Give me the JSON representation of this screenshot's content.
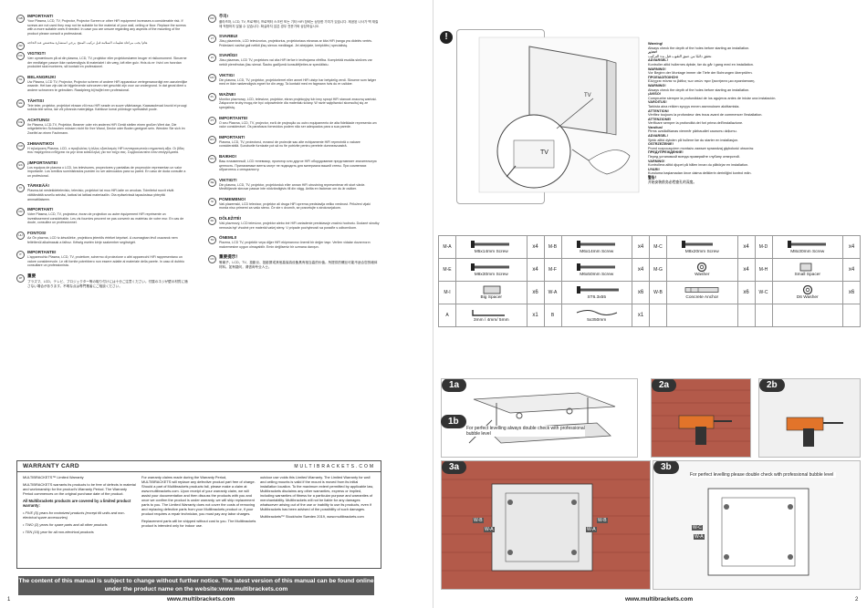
{
  "left_page": {
    "lang_sections_left": [
      {
        "code": "GB",
        "title": "Important!",
        "text": "Your Plasma, LCD, TV, Projector, Projector Screen or other HiFi equipment increases a considerable risk. If screws are not used they may not be suitable for the material of your wall, ceiling or floor. Replace the screws with a more suitable ones if needed. In case you are unsure regarding any aspects of the mounting of the product please consult a professional."
      },
      {
        "code": "AR",
        "title": "",
        "text": "هام! يجب مراعاة تعليمات السلامة قبل تركيب المنتج. يرجى استشارة متخصص عند الحاجة."
      },
      {
        "code": "DK",
        "title": "Vigtigt!",
        "text": "Vær opmærksom på at din plasma, LCD, TV, projektor eller projektorskærm bruger et risikomoment. Skruerne der medfølger passer ikke nødvendigvis til materialet i din væg, loft eller gulv. Hvis du er i tvivl om hvordan produktet skal monteres, så kontakt en professionel."
      },
      {
        "code": "NL",
        "title": "Belangrijk!",
        "text": "Uw Plasma, LCD TV, Projector, Projector scherm of andere HiFi apparatuur vertegenwoordigt een aanzienlijke waarde. Het kan zijn dat de bijgeleverde schroeven niet geschikt zijn voor uw ondergrond. In dat geval dient u andere schroeven te gebruiken. Raadpleeg bij twijfel een professional."
      },
      {
        "code": "EE",
        "title": "Tähtis!",
        "text": "Teie teler, projektor, projektori ekraan või muu HiFi seade on suure väärtusega. Kaasasolevad kruvid ei pruugi sobida teie seina, lae või põranda materjaliga. Kahtluse korral pöörduge spetsialisti poole."
      },
      {
        "code": "DE",
        "title": "Achtung!",
        "text": "Ihr Plasma, LCD-TV, Projektor, Beamer oder ein anderes HiFi Gerät stellen einen großen Wert dar. Die mitgelieferten Schrauben müssen nicht für Ihre Wand, Decke oder Boden geeignet sein. Wenden Sie sich im Zweifel an einen Fachmann."
      },
      {
        "code": "GR",
        "title": "Σημαντικό!",
        "text": "Η τηλεόραση Plasma, LCD, ο προβολέας ή άλλος εξοπλισμός HiFi αντιπροσωπεύει σημαντική αξία. Οι βίδες που παρέχονται ενδέχεται να μην είναι κατάλληλες για τον τοίχο σας. Συμβουλευτείτε έναν επαγγελματία."
      },
      {
        "code": "ES",
        "title": "¡Importante!",
        "text": "Los equipos de plasma o LCD, los televisores, proyectores y pantallas de proyección representan un valor importante. Los tornillos suministrados pueden no ser adecuados para su pared. En caso de duda consulte a un profesional."
      },
      {
        "code": "FI",
        "title": "Tärkeää!",
        "text": "Plasma-tai nestekidetelevisio, televisio, projektori tai muu HiFi-laite on arvokas. Toimitetut ruuvit eivät välttämättä sovellu seinäsi, kattosi tai lattiasi materiaaliin. Ota epäselvissä tapauksissa yhteyttä ammattilaiseen."
      },
      {
        "code": "FR",
        "title": "Important!",
        "text": "Votre Plasma, LCD, TV, projecteur, écran de projection ou autre équipement HiFi représente un investissement considérable. Les vis fournies peuvent ne pas convenir au matériau de votre mur. En cas de doute, consultez un professionnel."
      },
      {
        "code": "HU",
        "title": "Fontos!",
        "text": "Az Ön plazma, LCD tv-készüléke, projektora jelentős értéket képvisel. A csomagban lévő csavarok nem feltétlenül alkalmasak a falhoz. Kétség esetén kérje szakember segítségét."
      },
      {
        "code": "IT",
        "title": "Importante!",
        "text": "L'apparecchio Plasma, LCD, TV, proiettore, schermo di proiezione o altri apparecchi HiFi rappresentano un valore considerevole. Le viti fornite potrebbero non essere adatte al materiale della parete. In caso di dubbio consultare un professionista."
      },
      {
        "code": "JP",
        "title": "重要",
        "text": "プラズマ、LCD、テレビ、プロジェクター等の取り付けには十分ご注意ください。付属のネジが壁の材質に適さない場合があります。不明な点は専門業者にご相談ください。"
      }
    ],
    "lang_sections_right": [
      {
        "code": "KR",
        "title": "주의!",
        "text": "플라즈마, LCD, TV, 프로젝터, 프로젝터 스크린 또는 기타 HiFi 장비는 상당한 가치가 있습니다. 제공된 나사가 벽 재질에 적합하지 않을 수 있습니다. 확실하지 않은 경우 전문가와 상담하십시오."
      },
      {
        "code": "LT",
        "title": "Svarbu!",
        "text": "Jūsų plazminis, LCD televizorius, projektorius, projektoriaus ekranas ar kita HiFi įranga yra didelės vertės. Pridedami varžtai gali netikti jūsų sienos medžiagai. Jei abejojate, kreipkitės į specialistą."
      },
      {
        "code": "LV",
        "title": "Svarīgi!",
        "text": "Jūsu plazmas, LCD TV, projektors vai cita HiFi ierīce ir ievērojama vērtība. Komplektā esošās skrūves var nebūt piemērotas jūsu sienai. Šaubu gadījumā konsultējieties ar speciālistu."
      },
      {
        "code": "NO",
        "title": "Viktig!",
        "text": "Din plasma, LCD, TV, projektor, projektorlerret eller annet HiFi utstyr har betydelig verdi. Skruene som følger med er ikke nødvendigvis egnet for din vegg. Ta kontakt med en fagmann hvis du er usikker."
      },
      {
        "code": "PL",
        "title": "Ważne!",
        "text": "Monitor plazmowy, LCD, telewizor, projektor, ekran projekcyjny lub inny sprzęt HiFi stanowi znaczną wartość. Załączone śruby mogą nie być odpowiednie dla materiału ściany. W razie wątpliwości skonsultuj się ze specjalistą."
      },
      {
        "code": "PT",
        "title": "Importante!",
        "text": "O seu Plasma, LCD, TV, projector, ecrã de projecção ou outro equipamento de alta fidelidade representa um valor considerável. Os parafusos fornecidos podem não ser adequados para a sua parede."
      },
      {
        "code": "RO",
        "title": "Important!",
        "text": "Plasma, LCD, TV, proiectorul, ecranul de proiecție sau alte echipamente HiFi reprezintă o valoare considerabilă. Șuruburile furnizate pot să nu fie potrivite pentru peretele dumneavoastră."
      },
      {
        "code": "RU",
        "title": "Важно!",
        "text": "Ваш плазменный, LCD телевизор, проектор или другое HiFi оборудование представляет значительную ценность. Прилагаемые винты могут не подходить для материала вашей стены. При сомнениях обратитесь к специалисту."
      },
      {
        "code": "SE",
        "title": "Viktigt!",
        "text": "Din plasma, LCD, TV, projektor, projektorduk eller annan HiFi utrustning representerar ett stort värde. Medföljande skruvar passar inte nödvändigtvis till din vägg. Anlita en fackman om du är osäker."
      },
      {
        "code": "SI",
        "title": "Pomembno!",
        "text": "Vaš plazemski, LCD televizor, projektor ali druga HiFi oprema predstavlja veliko vrednost. Priloženi vijaki morda niso primerni za vašo steno. Če ste v dvomih, se posvetujte s strokovnjakom."
      },
      {
        "code": "SK",
        "title": "Dôležité!",
        "text": "Váš plazmový, LCD televízor, projektor alebo iné HiFi zariadenie predstavuje značnú hodnotu. Dodané skrutky nemusia byť vhodné pre materiál vašej steny. V prípade pochybností sa poraďte s odborníkom."
      },
      {
        "code": "TR",
        "title": "Önemli!",
        "text": "Plazma, LCD TV, projektör veya diğer HiFi ekipmanınız önemli bir değer taşır. Verilen vidalar duvarınızın malzemesine uygun olmayabilir. Emin değilseniz bir uzmana danışın."
      },
      {
        "code": "CN",
        "title": "重要提示！",
        "text": "等离子、LCD、TV、投影仪、投影屏或其他高保真设备具有相当高的价值。所提供的螺丝可能不适合您的墙体材料。如有疑问，请咨询专业人士。"
      }
    ],
    "warranty": {
      "title": "WARRANTY CARD",
      "brand": "MULTIBRACKETS.COM",
      "col1": [
        {
          "style": "",
          "text": "MULTIBRACKETS™ Limited Warranty"
        },
        {
          "style": "",
          "text": "MULTIBRACKETS warrants its products to be free of defects in material and workmanship for the product’s Warranty Period. The Warranty Period commences on the original purchase date of the product."
        },
        {
          "style": "wc-h",
          "text": "All Multibrackets products are covered by a limited product warranty:"
        },
        {
          "style": "wc-i",
          "text": "• FIVE (5) years for motorized products (except tilt units and non-electrical spare accessories)"
        },
        {
          "style": "wc-i",
          "text": "• TWO (2) years for spare parts and all other products"
        },
        {
          "style": "wc-i",
          "text": "• TEN (10) year for all non-electrical products"
        }
      ],
      "col2": [
        {
          "style": "",
          "text": "For warranty claims made during the Warranty Period, MULTIBRACKETS will replace any defective product part free of charge. Should a part of Multibrackets products fail, please make a claim at www.multibrackets.com. Upon receipt of your warranty claim, we will assist your documentation and then discuss the products with you and once we confirm the product is under warranty, we will ship replacement parts to you. The Limited Warranty does not cover the costs of removing and replacing defective parts from your Multibrackets product or, if your product requires a repair technician, you must pay any labor charges."
        },
        {
          "style": "",
          "text": "Replacement parts will be shipped without cost to you. The Multibrackets product is intended only for indoor use."
        }
      ],
      "col3": [
        {
          "style": "",
          "text": "outdoor use voids this Limited Warranty. The Limited Warranty for wall and ceiling mounts is valid if the mount is moved from its initial installation location. To the maximum extent permitted by applicable law, Multibrackets disclaims any other warranties, express or implied, including warranties of fitness for a particular purpose and warranties of merchantability. Multibrackets will not be liable for any damages whatsoever arising out of the use or inability to use its products, even if Multibrackets has been advised of the possibility of such damages."
        },
        {
          "style": "",
          "text": "Multibrackets™ Stockholm Sweden 2019, www.multibrackets.com"
        }
      ]
    },
    "notice": "The content of this manual is subject to change without further notice. The latest version of this manual can be found online under the product name on the website:www.multibrackets.com",
    "site_url": "www.multibrackets.com",
    "page_number": "1"
  },
  "right_page": {
    "warning_icon": "!",
    "tv_label": "TV",
    "warnings": [
      {
        "lang": "Warning!",
        "text": "Always check the depth of the holes before starting an installation."
      },
      {
        "lang": "تحذير!",
        "text": "تحقق دائمًا من عمق الثقوب قبل بدء التركيب."
      },
      {
        "lang": "ADVARSEL!",
        "text": "Kontroller altid hullernes dybde, før du går i gang med en installation."
      },
      {
        "lang": "WARNING!",
        "text": "Vor Beginn der Montage immer die Tiefe der Bohrungen überprüfen."
      },
      {
        "lang": "ΠΡΟΕΙΔΟΠΟΙΗΣΗ!",
        "text": "Ελέγχετε πάντα το βάθος των οπών πριν ξεκινήσετε μια εγκατάσταση."
      },
      {
        "lang": "WARNING!",
        "text": "Always check the depth of the holes before starting an installation."
      },
      {
        "lang": "¡AVISO!",
        "text": "Compruebe siempre la profundidad de los agujeros antes de iniciar una instalación."
      },
      {
        "lang": "VAROITUS!",
        "text": "Tarkista aina reikien syvyys ennen asennuksen aloittamista."
      },
      {
        "lang": "ATTENTION!",
        "text": "Vérifiez toujours la profondeur des trous avant de commencer l'installation."
      },
      {
        "lang": "ATTENZIONE!",
        "text": "Verificare sempre la profondità dei fori prima dell'installazione."
      },
      {
        "lang": "Varoitus!",
        "text": "Pirms uzstādīšanas vienmēr pārbaudiet caurumu dziļumu."
      },
      {
        "lang": "ADVARSEL!",
        "text": "Sjekk alltid dybden på hullene før du starter en installasjon."
      },
      {
        "lang": "OSTRZEŻENIE!",
        "text": "Przed rozpoczęciem montażu zawsze sprawdzaj głębokość otworów."
      },
      {
        "lang": "ПРЕДУПРЕЖДЕНИЕ!",
        "text": "Перед установкой всегда проверяйте глубину отверстий."
      },
      {
        "lang": "VARNING!",
        "text": "Kontrollera alltid djupet på hålen innan du påbörjar en installation."
      },
      {
        "lang": "UYARI!",
        "text": "Kuruluma başlamadan önce daima deliklerin derinliğini kontrol edin."
      },
      {
        "lang": "警告！",
        "text": "开始安装前务必检查孔的深度。"
      }
    ],
    "parts": [
      [
        {
          "code": "M-A",
          "kind": "screw",
          "label": "M5x14mm Screw",
          "qty": "x4"
        },
        {
          "code": "M-B",
          "kind": "screw",
          "label": "M6x14mm Screw",
          "qty": "x4"
        },
        {
          "code": "M-C",
          "kind": "screw-short",
          "label": "M8x20mm Screw",
          "qty": "x4"
        },
        {
          "code": "M-D",
          "kind": "screw",
          "label": "M8x30mm Screw",
          "qty": "x4"
        }
      ],
      [
        {
          "code": "M-E",
          "kind": "screw",
          "label": "M8x30mm Screw",
          "qty": "x4"
        },
        {
          "code": "M-F",
          "kind": "screw",
          "label": "M6x50mm Screw",
          "qty": "x4"
        },
        {
          "code": "M-G",
          "kind": "washer",
          "label": "Washer",
          "qty": "x4"
        },
        {
          "code": "M-H",
          "kind": "spacer",
          "label": "Small Spacer",
          "qty": "x4"
        }
      ],
      [
        {
          "code": "M-I",
          "kind": "big-spacer",
          "label": "Big Spacer",
          "qty": "x6"
        },
        {
          "code": "W-A",
          "kind": "wall-screw",
          "label": "ST6.3x55",
          "qty": "x6"
        },
        {
          "code": "W-B",
          "kind": "anchor",
          "label": "Concrete Anchor",
          "qty": "x6"
        },
        {
          "code": "W-C",
          "kind": "d6-washer",
          "label": "D6 Washer",
          "qty": "x6"
        }
      ],
      [
        {
          "code": "A",
          "kind": "allen",
          "label": "3mm / 4mm/ 5mm",
          "qty": "x1"
        },
        {
          "code": "B",
          "kind": "strap",
          "label": "5x350mm",
          "qty": "x1"
        },
        {
          "code": "",
          "kind": "empty",
          "label": "",
          "qty": ""
        },
        {
          "code": "",
          "kind": "empty",
          "label": "",
          "qty": ""
        }
      ]
    ],
    "steps": {
      "s1a": {
        "badge": "1a"
      },
      "s1b": {
        "badge": "1b",
        "callout": "For perfect levelling always double check with professional bubble level"
      },
      "s2a": {
        "badge": "2a"
      },
      "s2b": {
        "badge": "2b"
      },
      "s3a": {
        "badge": "3a",
        "tags": [
          "W-B",
          "W-A",
          "W-B",
          "W-A"
        ]
      },
      "s3b": {
        "badge": "3b",
        "callout": "For perfect levelling please double check with professional bubble level",
        "tags": [
          "W-C",
          "W-A"
        ]
      }
    },
    "site_url": "www.multibrackets.com",
    "page_number": "2"
  }
}
